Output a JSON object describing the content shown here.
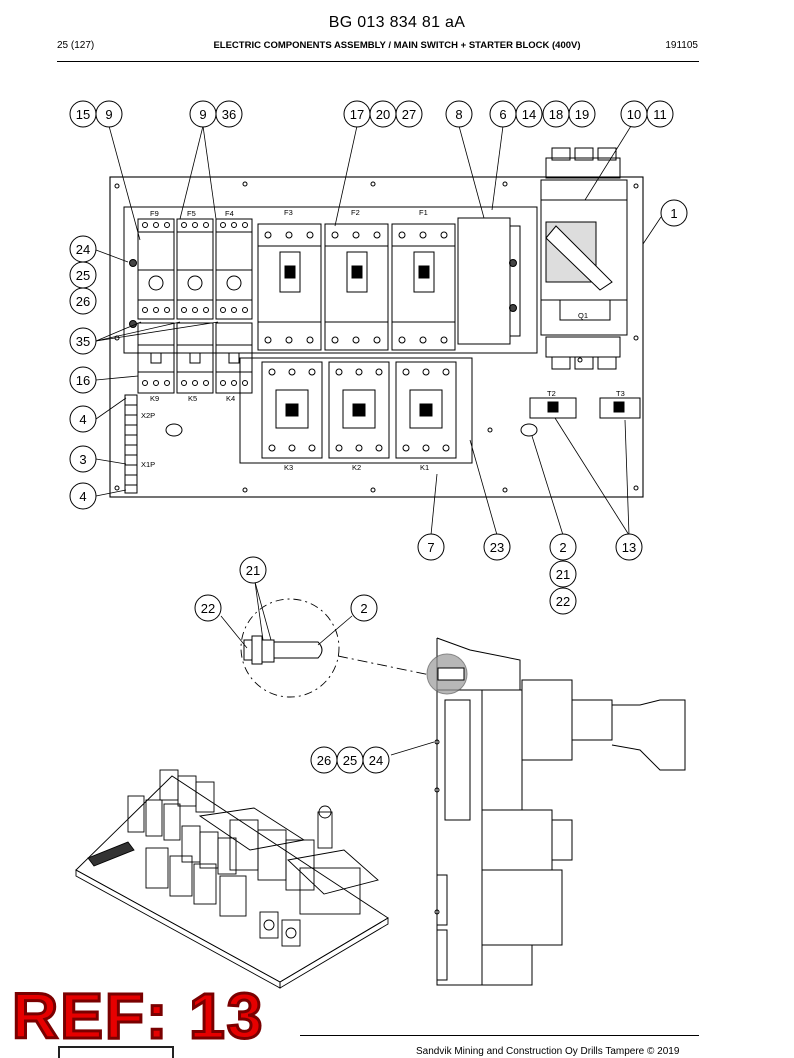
{
  "header": {
    "doc_id": "BG 013 834 81 aA",
    "page": "25 (127)",
    "title": "ELECTRIC COMPONENTS ASSEMBLY / MAIN SWITCH + STARTER BLOCK (400V)",
    "date": "191105"
  },
  "labels": {
    "F9": "F9",
    "F5": "F5",
    "F4": "F4",
    "F3": "F3",
    "F2": "F2",
    "F1": "F1",
    "K9": "K9",
    "K5": "K5",
    "K4": "K4",
    "K3": "K3",
    "K2": "K2",
    "K1": "K1",
    "T2": "T2",
    "T3": "T3",
    "Q1": "Q1",
    "X2P": "X2P",
    "X1P": "X1P"
  },
  "callouts": {
    "c15": "15",
    "c9a": "9",
    "c9b": "9",
    "c36": "36",
    "c17": "17",
    "c20": "20",
    "c27": "27",
    "c8": "8",
    "c6": "6",
    "c14": "14",
    "c18": "18",
    "c19": "19",
    "c10": "10",
    "c11": "11",
    "c1": "1",
    "c24": "24",
    "c25": "25",
    "c26": "26",
    "c35": "35",
    "c16": "16",
    "c4a": "4",
    "c3": "3",
    "c4b": "4",
    "c7": "7",
    "c23": "23",
    "c2": "2",
    "c13": "13",
    "c21b": "21",
    "c22b": "22",
    "c21": "21",
    "c22": "22",
    "c2d": "2",
    "c26s": "26",
    "c25s": "25",
    "c24s": "24"
  },
  "stamp": {
    "text": "REF: 13",
    "color": "#e60000"
  },
  "footer": {
    "text": "Sandvik Mining and Construction Oy Drills Tampere © 2019"
  }
}
